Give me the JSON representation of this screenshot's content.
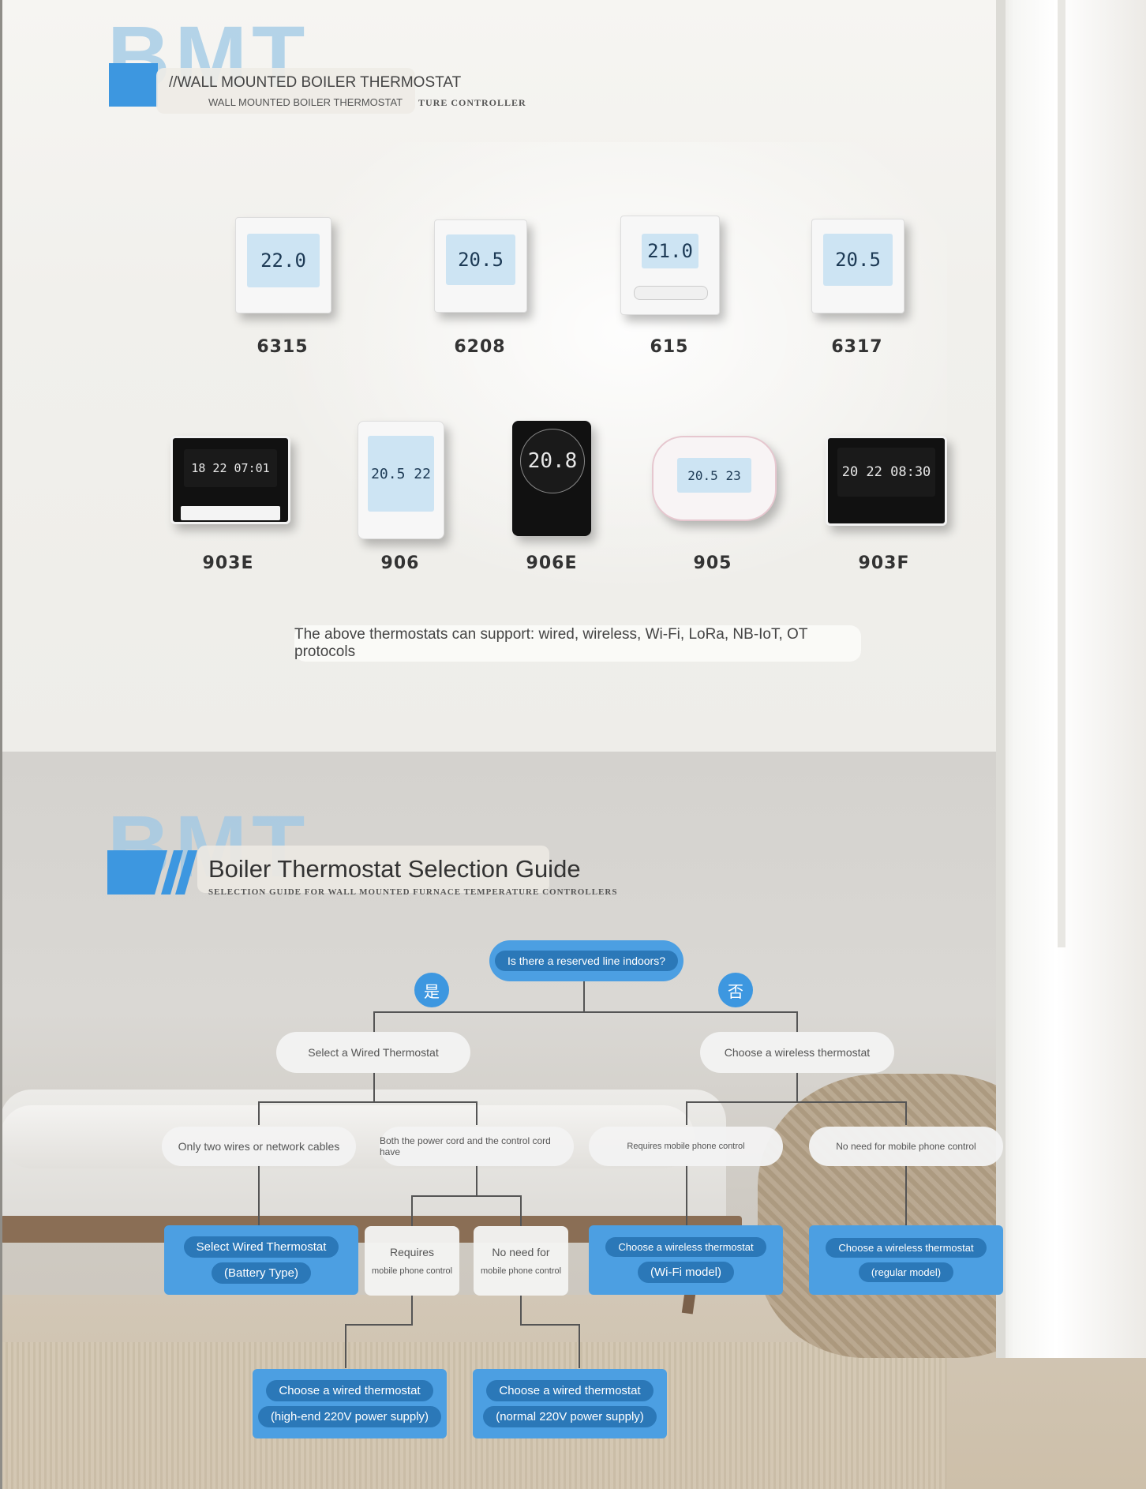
{
  "section1": {
    "watermark": "BMT",
    "title": "//WALL MOUNTED BOILER THERMOSTAT",
    "subtitle": "WALL MOUNTED BOILER THERMOSTAT",
    "tagline": "TURE CONTROLLER"
  },
  "products": [
    {
      "model": "6315",
      "reading": "22.0",
      "style": "white"
    },
    {
      "model": "6208",
      "reading": "20.5",
      "style": "white"
    },
    {
      "model": "615",
      "reading": "21.0",
      "style": "white"
    },
    {
      "model": "6317",
      "reading": "20.5",
      "style": "white"
    },
    {
      "model": "903E",
      "reading": "18 22 07:01",
      "style": "black"
    },
    {
      "model": "906",
      "reading": "20.5 22",
      "style": "white"
    },
    {
      "model": "906E",
      "reading": "20.8",
      "style": "black"
    },
    {
      "model": "905",
      "reading": "20.5 23",
      "style": "white"
    },
    {
      "model": "903F",
      "reading": "20 22 08:30",
      "style": "black"
    }
  ],
  "support_text": "The above thermostats can support: wired, wireless, Wi-Fi, LoRa, NB-IoT, OT protocols",
  "section2": {
    "watermark": "BMT",
    "title": "Boiler Thermostat Selection Guide",
    "tagline": "SELECTION GUIDE FOR WALL MOUNTED FURNACE TEMPERATURE CONTROLLERS"
  },
  "flow": {
    "root": "Is there a reserved line indoors?",
    "yes_badge": "是",
    "no_badge": "否",
    "wired": "Select a Wired Thermostat",
    "wireless": "Choose a wireless thermostat",
    "two_wires": "Only two wires or network cables",
    "both_cords": "Both the power cord and the control cord have",
    "requires_phone": "Requires mobile phone control",
    "no_phone": "No need for mobile phone control",
    "battery_line1": "Select Wired Thermostat",
    "battery_line2": "(Battery Type)",
    "req_line1": "Requires",
    "req_line2": "mobile phone control",
    "noneed_line1": "No need for",
    "noneed_line2": "mobile phone control",
    "wifi_line1": "Choose a wireless thermostat",
    "wifi_line2": "(Wi-Fi model)",
    "regular_line1": "Choose a wireless thermostat",
    "regular_line2": "(regular model)",
    "highend_line1": "Choose a wired thermostat",
    "highend_line2": "(high-end 220V power supply)",
    "normal_line1": "Choose a wired thermostat",
    "normal_line2": "(normal 220V power supply)"
  }
}
